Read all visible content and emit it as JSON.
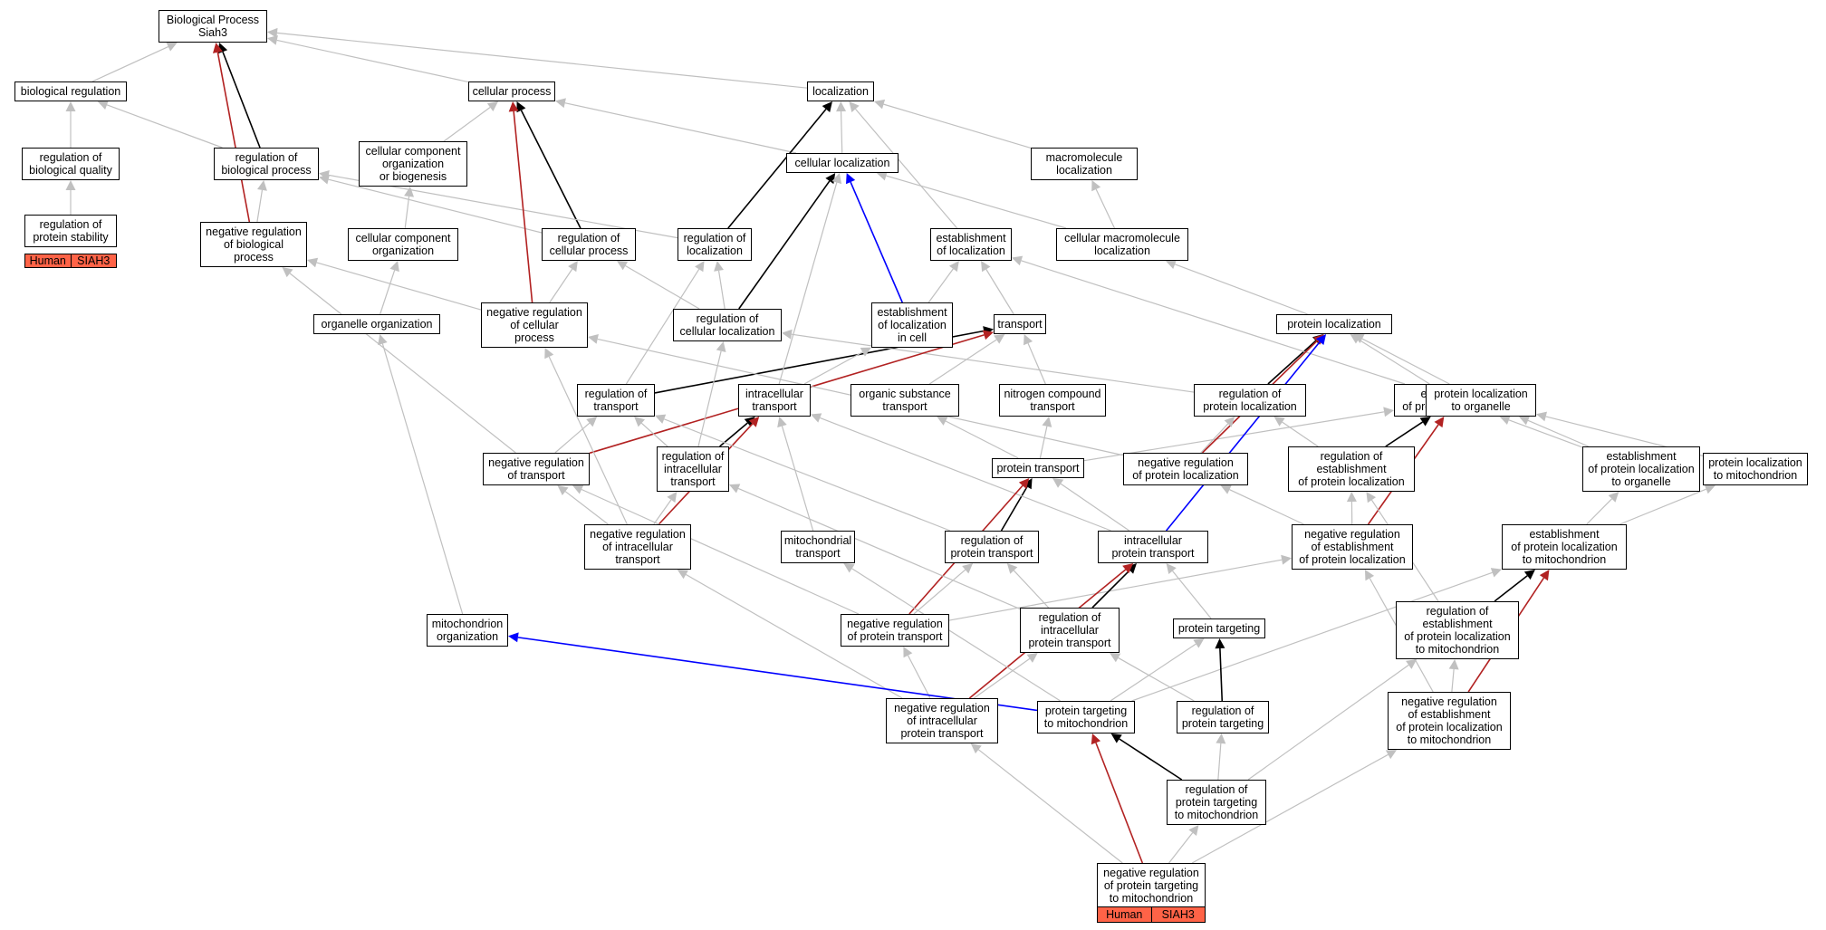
{
  "diagram": {
    "type": "gene-ontology-graph",
    "colors": {
      "default_edge": "#c0c0c0",
      "is_a": "#000000",
      "negative": "#b22222",
      "part_of": "#0000ff",
      "annotation_fill": "#ff6347"
    },
    "nodes": [
      {
        "id": "bp",
        "label": "Biological Process\nSiah3"
      },
      {
        "id": "bioreg",
        "label": "biological regulation"
      },
      {
        "id": "cellproc",
        "label": "cellular process"
      },
      {
        "id": "loc",
        "label": "localization"
      },
      {
        "id": "regbq",
        "label": "regulation of\nbiological quality"
      },
      {
        "id": "regbp",
        "label": "regulation of\nbiological process"
      },
      {
        "id": "ccorg",
        "label": "cellular component\norganization\nor biogenesis"
      },
      {
        "id": "cellloc",
        "label": "cellular localization"
      },
      {
        "id": "macroloc",
        "label": "macromolecule\nlocalization"
      },
      {
        "id": "regps",
        "label": "regulation of\nprotein stability",
        "tags": [
          "Human",
          "SIAH3"
        ]
      },
      {
        "id": "negregbp",
        "label": "negative regulation\nof biological\nprocess"
      },
      {
        "id": "cco",
        "label": "cellular component\norganization"
      },
      {
        "id": "regcp",
        "label": "regulation of\ncellular process"
      },
      {
        "id": "regloc",
        "label": "regulation of\nlocalization"
      },
      {
        "id": "estloc",
        "label": "establishment\nof localization"
      },
      {
        "id": "cellmacroloc",
        "label": "cellular macromolecule\nlocalization"
      },
      {
        "id": "orgorg",
        "label": "organelle organization"
      },
      {
        "id": "negregcp",
        "label": "negative regulation\nof cellular\nprocess"
      },
      {
        "id": "regcellloc",
        "label": "regulation of\ncellular localization"
      },
      {
        "id": "estlocincell",
        "label": "establishment\nof localization\nin cell"
      },
      {
        "id": "transport",
        "label": "transport"
      },
      {
        "id": "protloc",
        "label": "protein localization"
      },
      {
        "id": "regtrans",
        "label": "regulation of\ntransport"
      },
      {
        "id": "intratrans",
        "label": "intracellular\ntransport"
      },
      {
        "id": "orgsubtrans",
        "label": "organic substance\ntransport"
      },
      {
        "id": "nitrotrans",
        "label": "nitrogen compound\ntransport"
      },
      {
        "id": "regprotloc",
        "label": "regulation of\nprotein localization"
      },
      {
        "id": "estprotloc",
        "label": "establishment\nof protein localization"
      },
      {
        "id": "protloctoorg",
        "label": "protein localization\nto organelle"
      },
      {
        "id": "negregtrans",
        "label": "negative regulation\nof transport"
      },
      {
        "id": "regintratrans",
        "label": "regulation of\nintracellular\ntransport"
      },
      {
        "id": "prottrans",
        "label": "protein transport"
      },
      {
        "id": "negregprotloc",
        "label": "negative regulation\nof protein localization"
      },
      {
        "id": "regestprotloc",
        "label": "regulation of\nestablishment\nof protein localization"
      },
      {
        "id": "estprotloctoorg",
        "label": "establishment\nof protein localization\nto organelle"
      },
      {
        "id": "protloctomito",
        "label": "protein localization\nto mitochondrion"
      },
      {
        "id": "negregintratrans",
        "label": "negative regulation\nof intracellular\ntransport"
      },
      {
        "id": "mitotrans",
        "label": "mitochondrial\ntransport"
      },
      {
        "id": "regprottrans",
        "label": "regulation of\nprotein transport"
      },
      {
        "id": "intraprottrans",
        "label": "intracellular\nprotein transport"
      },
      {
        "id": "negregestprotloc",
        "label": "negative regulation\nof establishment\nof protein localization"
      },
      {
        "id": "estprotloctomito",
        "label": "establishment\nof protein localization\nto mitochondrion"
      },
      {
        "id": "mitoorg",
        "label": "mitochondrion\norganization"
      },
      {
        "id": "negregprottrans",
        "label": "negative regulation\nof protein transport"
      },
      {
        "id": "regintraprottrans",
        "label": "regulation of\nintracellular\nprotein transport"
      },
      {
        "id": "prottarg",
        "label": "protein targeting"
      },
      {
        "id": "regestprotloctomito",
        "label": "regulation of\nestablishment\nof protein localization\nto mitochondrion"
      },
      {
        "id": "negregintraprottrans",
        "label": "negative regulation\nof intracellular\nprotein transport"
      },
      {
        "id": "prottargtomito",
        "label": "protein targeting\nto mitochondrion"
      },
      {
        "id": "regprottarg",
        "label": "regulation of\nprotein targeting"
      },
      {
        "id": "negregestprotloctomito",
        "label": "negative regulation\nof establishment\nof protein localization\nto mitochondrion"
      },
      {
        "id": "regprottargtomito",
        "label": "regulation of\nprotein targeting\nto mitochondrion"
      },
      {
        "id": "negregprottargtomito",
        "label": "negative regulation\nof protein targeting\nto mitochondrion",
        "tags": [
          "Human",
          "SIAH3"
        ]
      }
    ],
    "edges": [
      {
        "from": "bioreg",
        "to": "bp",
        "kind": "default"
      },
      {
        "from": "cellproc",
        "to": "bp",
        "kind": "default"
      },
      {
        "from": "loc",
        "to": "bp",
        "kind": "default"
      },
      {
        "from": "regbq",
        "to": "bioreg",
        "kind": "default"
      },
      {
        "from": "regbp",
        "to": "bioreg",
        "kind": "default"
      },
      {
        "from": "regbp",
        "to": "bp",
        "kind": "is_a"
      },
      {
        "from": "ccorg",
        "to": "cellproc",
        "kind": "default"
      },
      {
        "from": "cellloc",
        "to": "cellproc",
        "kind": "default"
      },
      {
        "from": "cellloc",
        "to": "loc",
        "kind": "default"
      },
      {
        "from": "macroloc",
        "to": "loc",
        "kind": "default"
      },
      {
        "from": "regps",
        "to": "regbq",
        "kind": "default"
      },
      {
        "from": "negregbp",
        "to": "bp",
        "kind": "negative"
      },
      {
        "from": "negregbp",
        "to": "regbp",
        "kind": "default"
      },
      {
        "from": "cco",
        "to": "ccorg",
        "kind": "default"
      },
      {
        "from": "regcp",
        "to": "cellproc",
        "kind": "is_a"
      },
      {
        "from": "regcp",
        "to": "regbp",
        "kind": "default"
      },
      {
        "from": "regloc",
        "to": "loc",
        "kind": "is_a"
      },
      {
        "from": "regloc",
        "to": "regbp",
        "kind": "default"
      },
      {
        "from": "estloc",
        "to": "loc",
        "kind": "default"
      },
      {
        "from": "cellmacroloc",
        "to": "macroloc",
        "kind": "default"
      },
      {
        "from": "cellmacroloc",
        "to": "cellloc",
        "kind": "default"
      },
      {
        "from": "orgorg",
        "to": "cco",
        "kind": "default"
      },
      {
        "from": "negregcp",
        "to": "cellproc",
        "kind": "negative"
      },
      {
        "from": "negregcp",
        "to": "regcp",
        "kind": "default"
      },
      {
        "from": "negregcp",
        "to": "negregbp",
        "kind": "default"
      },
      {
        "from": "regcellloc",
        "to": "cellloc",
        "kind": "is_a"
      },
      {
        "from": "regcellloc",
        "to": "regloc",
        "kind": "default"
      },
      {
        "from": "regcellloc",
        "to": "regcp",
        "kind": "default"
      },
      {
        "from": "estlocincell",
        "to": "cellloc",
        "kind": "part_of"
      },
      {
        "from": "estlocincell",
        "to": "estloc",
        "kind": "default"
      },
      {
        "from": "transport",
        "to": "estloc",
        "kind": "default"
      },
      {
        "from": "protloc",
        "to": "cellmacroloc",
        "kind": "default"
      },
      {
        "from": "regtrans",
        "to": "transport",
        "kind": "is_a"
      },
      {
        "from": "regtrans",
        "to": "regloc",
        "kind": "default"
      },
      {
        "from": "intratrans",
        "to": "estlocincell",
        "kind": "default"
      },
      {
        "from": "intratrans",
        "to": "cellloc",
        "kind": "default"
      },
      {
        "from": "orgsubtrans",
        "to": "transport",
        "kind": "default"
      },
      {
        "from": "nitrotrans",
        "to": "transport",
        "kind": "default"
      },
      {
        "from": "regprotloc",
        "to": "protloc",
        "kind": "is_a"
      },
      {
        "from": "regprotloc",
        "to": "regcellloc",
        "kind": "default"
      },
      {
        "from": "estprotloc",
        "to": "protloc",
        "kind": "default"
      },
      {
        "from": "estprotloc",
        "to": "estloc",
        "kind": "default"
      },
      {
        "from": "protloctoorg",
        "to": "protloc",
        "kind": "default"
      },
      {
        "from": "negregtrans",
        "to": "transport",
        "kind": "negative"
      },
      {
        "from": "negregtrans",
        "to": "regtrans",
        "kind": "default"
      },
      {
        "from": "negregtrans",
        "to": "negregbp",
        "kind": "default"
      },
      {
        "from": "regintratrans",
        "to": "intratrans",
        "kind": "is_a"
      },
      {
        "from": "regintratrans",
        "to": "regtrans",
        "kind": "default"
      },
      {
        "from": "regintratrans",
        "to": "regcellloc",
        "kind": "default"
      },
      {
        "from": "prottrans",
        "to": "orgsubtrans",
        "kind": "default"
      },
      {
        "from": "prottrans",
        "to": "nitrotrans",
        "kind": "default"
      },
      {
        "from": "prottrans",
        "to": "estprotloc",
        "kind": "default"
      },
      {
        "from": "negregprotloc",
        "to": "protloc",
        "kind": "negative"
      },
      {
        "from": "negregprotloc",
        "to": "regprotloc",
        "kind": "default"
      },
      {
        "from": "negregprotloc",
        "to": "negregcp",
        "kind": "default"
      },
      {
        "from": "regestprotloc",
        "to": "estprotloc",
        "kind": "is_a"
      },
      {
        "from": "regestprotloc",
        "to": "regprotloc",
        "kind": "default"
      },
      {
        "from": "estprotloctoorg",
        "to": "estprotloc",
        "kind": "default"
      },
      {
        "from": "estprotloctoorg",
        "to": "protloctoorg",
        "kind": "default"
      },
      {
        "from": "protloctomito",
        "to": "protloctoorg",
        "kind": "default"
      },
      {
        "from": "negregintratrans",
        "to": "intratrans",
        "kind": "negative"
      },
      {
        "from": "negregintratrans",
        "to": "regintratrans",
        "kind": "default"
      },
      {
        "from": "negregintratrans",
        "to": "negregtrans",
        "kind": "default"
      },
      {
        "from": "negregintratrans",
        "to": "negregcp",
        "kind": "default"
      },
      {
        "from": "mitotrans",
        "to": "intratrans",
        "kind": "default"
      },
      {
        "from": "regprottrans",
        "to": "prottrans",
        "kind": "is_a"
      },
      {
        "from": "regprottrans",
        "to": "regtrans",
        "kind": "default"
      },
      {
        "from": "intraprottrans",
        "to": "prottrans",
        "kind": "default"
      },
      {
        "from": "intraprottrans",
        "to": "intratrans",
        "kind": "default"
      },
      {
        "from": "intraprottrans",
        "to": "protloc",
        "kind": "part_of"
      },
      {
        "from": "negregestprotloc",
        "to": "estprotloc",
        "kind": "negative"
      },
      {
        "from": "negregestprotloc",
        "to": "regestprotloc",
        "kind": "default"
      },
      {
        "from": "negregestprotloc",
        "to": "negregprotloc",
        "kind": "default"
      },
      {
        "from": "estprotloctomito",
        "to": "estprotloctoorg",
        "kind": "default"
      },
      {
        "from": "estprotloctomito",
        "to": "protloctomito",
        "kind": "default"
      },
      {
        "from": "mitoorg",
        "to": "orgorg",
        "kind": "default"
      },
      {
        "from": "negregprottrans",
        "to": "prottrans",
        "kind": "negative"
      },
      {
        "from": "negregprottrans",
        "to": "regprottrans",
        "kind": "default"
      },
      {
        "from": "negregprottrans",
        "to": "negregtrans",
        "kind": "default"
      },
      {
        "from": "negregprottrans",
        "to": "negregestprotloc",
        "kind": "default"
      },
      {
        "from": "regintraprottrans",
        "to": "intraprottrans",
        "kind": "is_a"
      },
      {
        "from": "regintraprottrans",
        "to": "regprottrans",
        "kind": "default"
      },
      {
        "from": "regintraprottrans",
        "to": "regintratrans",
        "kind": "default"
      },
      {
        "from": "prottarg",
        "to": "intraprottrans",
        "kind": "default"
      },
      {
        "from": "regestprotloctomito",
        "to": "estprotloctomito",
        "kind": "is_a"
      },
      {
        "from": "regestprotloctomito",
        "to": "regestprotloc",
        "kind": "default"
      },
      {
        "from": "negregintraprottrans",
        "to": "intraprottrans",
        "kind": "negative"
      },
      {
        "from": "negregintraprottrans",
        "to": "negregprottrans",
        "kind": "default"
      },
      {
        "from": "negregintraprottrans",
        "to": "regintraprottrans",
        "kind": "default"
      },
      {
        "from": "negregintraprottrans",
        "to": "negregintratrans",
        "kind": "default"
      },
      {
        "from": "prottargtomito",
        "to": "mitoorg",
        "kind": "part_of"
      },
      {
        "from": "prottargtomito",
        "to": "prottarg",
        "kind": "default"
      },
      {
        "from": "prottargtomito",
        "to": "estprotloctomito",
        "kind": "default"
      },
      {
        "from": "prottargtomito",
        "to": "mitotrans",
        "kind": "default"
      },
      {
        "from": "regprottarg",
        "to": "prottarg",
        "kind": "is_a"
      },
      {
        "from": "regprottarg",
        "to": "regintraprottrans",
        "kind": "default"
      },
      {
        "from": "negregestprotloctomito",
        "to": "estprotloctomito",
        "kind": "negative"
      },
      {
        "from": "negregestprotloctomito",
        "to": "regestprotloctomito",
        "kind": "default"
      },
      {
        "from": "negregestprotloctomito",
        "to": "negregestprotloc",
        "kind": "default"
      },
      {
        "from": "regprottargtomito",
        "to": "prottargtomito",
        "kind": "is_a"
      },
      {
        "from": "regprottargtomito",
        "to": "regprottarg",
        "kind": "default"
      },
      {
        "from": "regprottargtomito",
        "to": "regestprotloctomito",
        "kind": "default"
      },
      {
        "from": "negregprottargtomito",
        "to": "prottargtomito",
        "kind": "negative"
      },
      {
        "from": "negregprottargtomito",
        "to": "regprottargtomito",
        "kind": "default"
      },
      {
        "from": "negregprottargtomito",
        "to": "negregintraprottrans",
        "kind": "default"
      },
      {
        "from": "negregprottargtomito",
        "to": "negregestprotloctomito",
        "kind": "default"
      }
    ]
  }
}
